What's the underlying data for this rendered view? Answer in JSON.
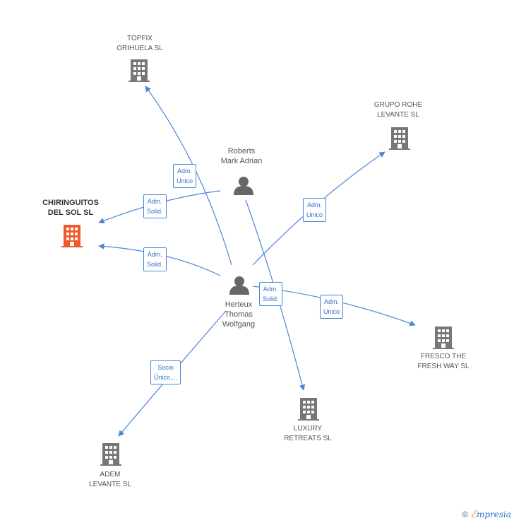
{
  "colors": {
    "edge": "#4a86d8",
    "company": "#777777",
    "focus_company": "#f05a2a",
    "person": "#666666"
  },
  "companies": {
    "topfix": {
      "line1": "TOPFIX",
      "line2": "ORIHUELA  SL"
    },
    "grupo_rohe": {
      "line1": "GRUPO ROHE",
      "line2": "LEVANTE  SL"
    },
    "chiringuitos": {
      "line1": "CHIRINGUITOS",
      "line2": "DEL SOL SL"
    },
    "fresco": {
      "line1": "FRESCO THE",
      "line2": "FRESH WAY  SL"
    },
    "luxury": {
      "line1": "LUXURY",
      "line2": "RETREATS  SL"
    },
    "adem": {
      "line1": "ADEM",
      "line2": "LEVANTE  SL"
    }
  },
  "persons": {
    "roberts": {
      "line1": "Roberts",
      "line2": "Mark Adrian"
    },
    "herteux": {
      "line1": "Herteux",
      "line2": "Thomas",
      "line3": "Wolfgang"
    }
  },
  "edges": {
    "herteux_topfix": {
      "line1": "Adm.",
      "line2": "Unico"
    },
    "roberts_chiringuitos": {
      "line1": "Adm.",
      "line2": "Solid."
    },
    "herteux_chiringuitos": {
      "line1": "Adm.",
      "line2": "Solid."
    },
    "roberts_grupo": {
      "line1": "Adm.",
      "line2": "Unico"
    },
    "roberts_luxury": {
      "line1": "Adm.",
      "line2": "Solid."
    },
    "herteux_fresco": {
      "line1": "Adm.",
      "line2": "Unico"
    },
    "herteux_adem": {
      "line1": "Socio",
      "line2": "Único,..."
    }
  },
  "credit": {
    "copyright": "©",
    "e": "ℰ",
    "brand": "mpresia"
  }
}
